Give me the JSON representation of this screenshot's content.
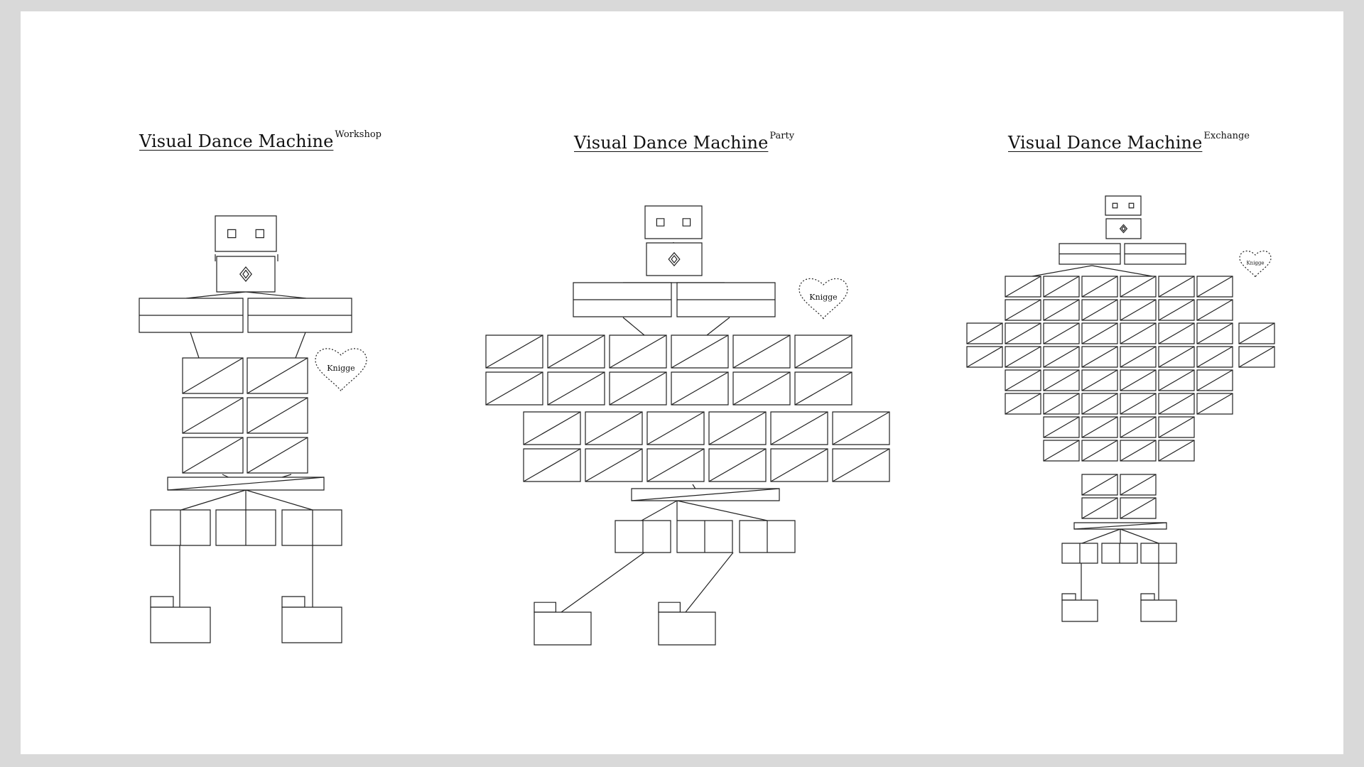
{
  "diagrams": [
    {
      "title": "Visual Dance Machine",
      "variant": "Workshop",
      "heart_label": "Knigge"
    },
    {
      "title": "Visual Dance Machine",
      "variant": "Party",
      "heart_label": "Knigge"
    },
    {
      "title": "Visual Dance Machine",
      "variant": "Exchange",
      "heart_label": "Knigge"
    }
  ],
  "colors": {
    "frame": "#d9d9d9",
    "page": "#ffffff",
    "ink": "#222222"
  },
  "icons": [
    "diamond-icon",
    "heart-icon",
    "folder-icon"
  ]
}
